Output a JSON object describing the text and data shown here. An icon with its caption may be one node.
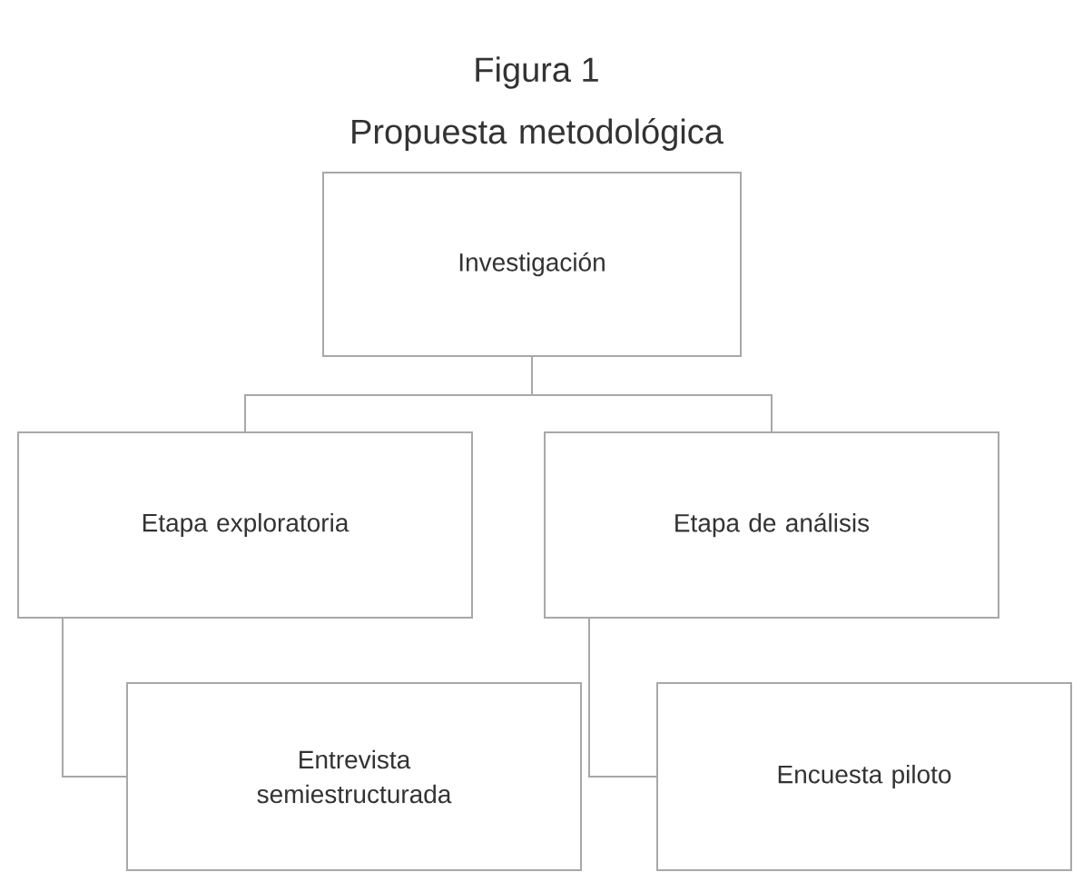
{
  "diagram": {
    "title": "Propuesta metodológica",
    "labels": [
      "Figura 1"
    ],
    "nodes": [
      {
        "text": [
          "Investigación"
        ]
      },
      {
        "text": [
          "Etapa exploratoria"
        ]
      },
      {
        "text": [
          "Etapa de análisis"
        ]
      },
      {
        "text": [
          "Entrevista semiestructurada"
        ]
      },
      {
        "text": [
          "Encuesta piloto"
        ]
      }
    ],
    "edges": [
      {
        "from": 0,
        "to": 1,
        "arrow": "none"
      },
      {
        "from": 0,
        "to": 2,
        "arrow": "none"
      },
      {
        "from": 1,
        "to": 3,
        "arrow": "none"
      },
      {
        "from": 2,
        "to": 4,
        "arrow": "none"
      }
    ]
  }
}
